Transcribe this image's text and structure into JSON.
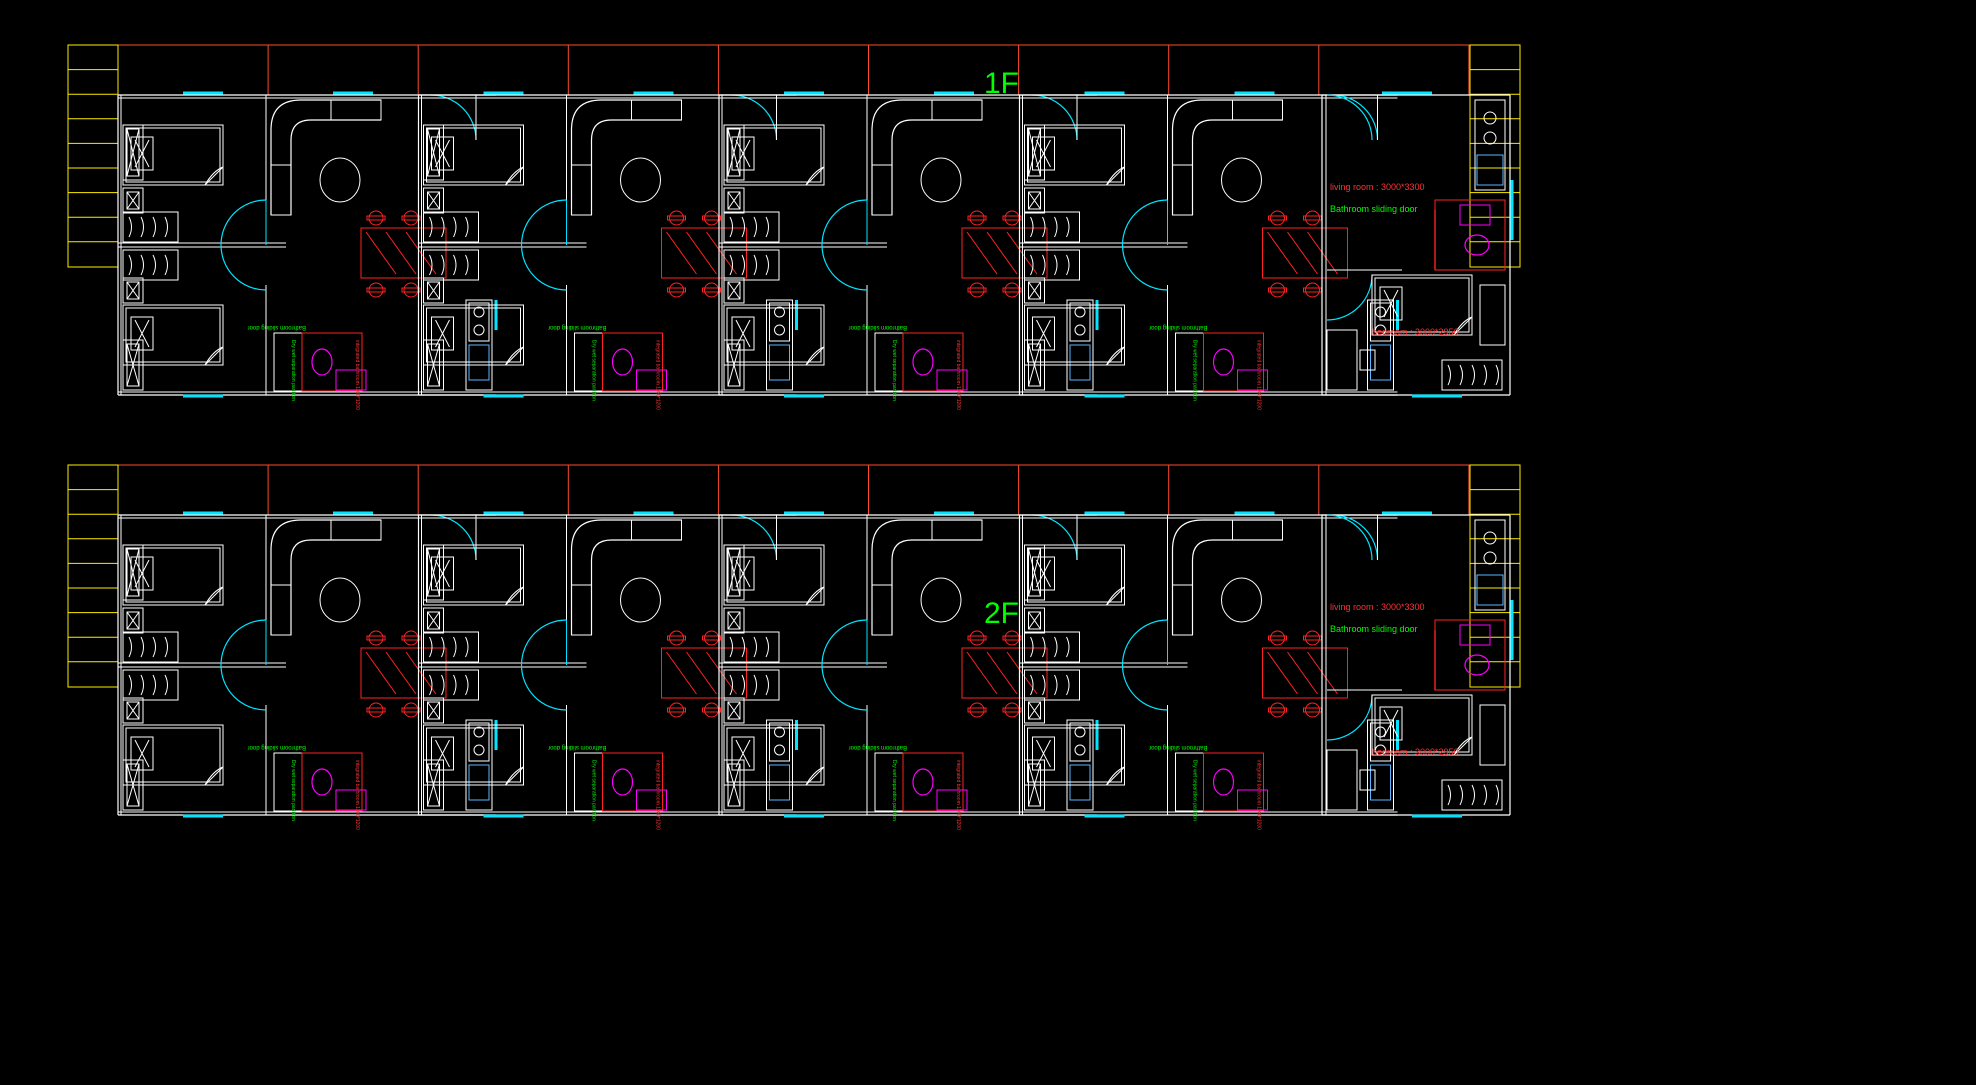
{
  "colors": {
    "background": "#000000",
    "wall": "#ffffff",
    "window": "#00e5ff",
    "door": "#00e5ff",
    "frame": "#ff4a2a",
    "stair": "#ffee00",
    "title": "#00ff00",
    "furniture_red": "#ff2222",
    "sanitary": "#ff00ff",
    "note_green": "#00ff00",
    "note_red": "#ff3333",
    "cabinet": "#5ab4ff"
  },
  "floors": [
    {
      "title": "1F"
    },
    {
      "title": "2F"
    }
  ],
  "labels": {
    "living_room": "living room : 3000*3300",
    "bathroom_door": "Bathroom sliding door",
    "bedroom": "bedroom : 3000*2950",
    "integrated_bathroom": "integrated bathroom 1100*1200",
    "dry_wet": "Dry wet separation partition",
    "small_note": "Bathroom sliding door"
  },
  "units_per_floor": 5
}
